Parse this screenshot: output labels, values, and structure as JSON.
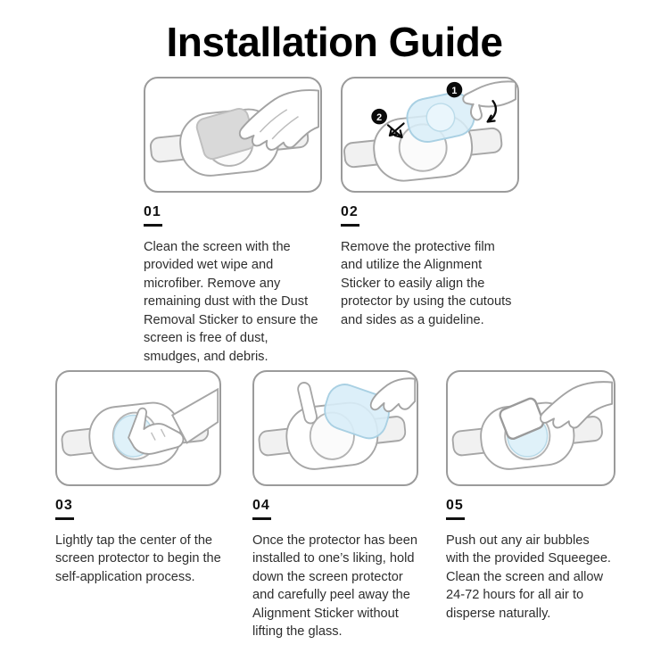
{
  "title": "Installation Guide",
  "steps": [
    {
      "number": "01",
      "text": "Clean the screen with the provided wet wipe and microfiber. Remove any remaining dust with the Dust Removal Sticker to ensure the screen is free of dust, smudges, and debris.",
      "illustration": "hand-wiping-watch-screen-with-cloth"
    },
    {
      "number": "02",
      "text": "Remove the protective film and utilize the Alignment Sticker to easily align the protector by using the cutouts and sides as a guideline.",
      "illustration": "hands-aligning-protector-film-over-watch",
      "badges": [
        "1",
        "2"
      ]
    },
    {
      "number": "03",
      "text": "Lightly tap the center of the screen protector to begin the self-application process.",
      "illustration": "finger-tapping-center-of-watch-protector"
    },
    {
      "number": "04",
      "text": "Once the protector has been installed to one’s liking, hold down the screen protector and carefully peel away the Alignment Sticker without lifting the glass.",
      "illustration": "hand-peeling-alignment-sticker-from-watch"
    },
    {
      "number": "05",
      "text": "Push out any air bubbles with the provided Squeegee. Clean the screen and allow 24-72 hours for all air to disperse naturally.",
      "illustration": "hand-using-squeegee-on-watch-screen"
    }
  ],
  "colors": {
    "background": "#ffffff",
    "text": "#2e2e2e",
    "panel_border": "#9b9b9b",
    "line_art": "#a6a6a6",
    "film_blue": "#d8edf8",
    "badge_black": "#0a0a0a"
  }
}
